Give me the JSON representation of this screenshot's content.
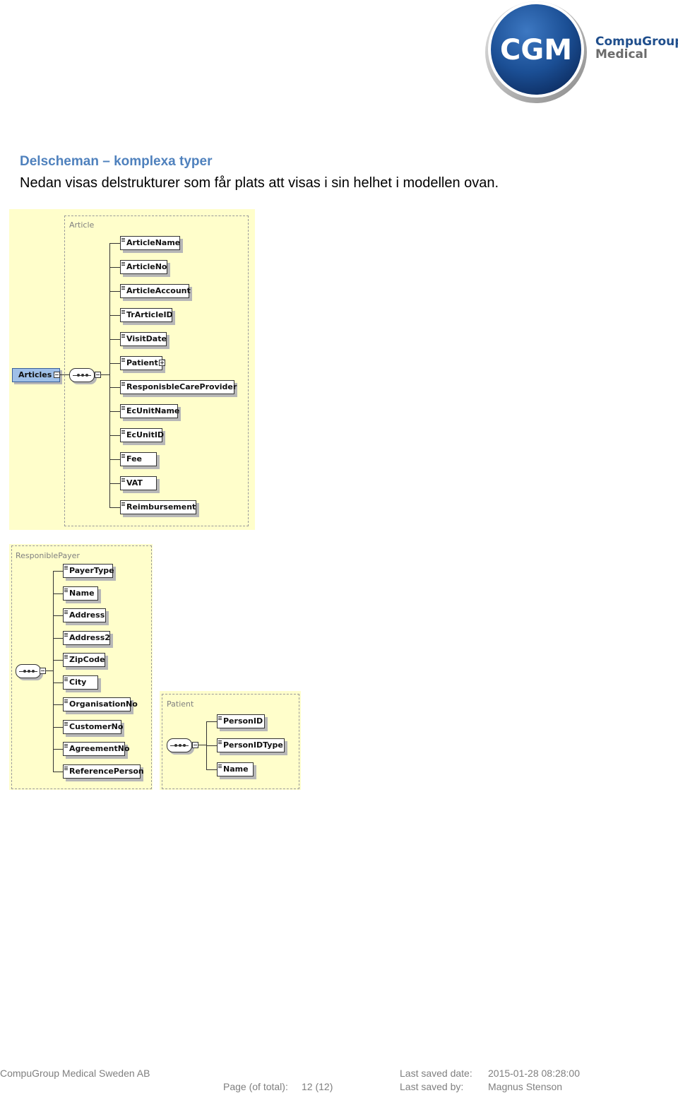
{
  "logo": {
    "mark": "CGM",
    "line1": "CompuGroup",
    "line2": "Medical",
    "colors": {
      "dark_blue": "#1f4e8c",
      "gray": "#6b6b6b"
    }
  },
  "heading": "Delscheman – komplexa typer",
  "intro": "Nedan visas delstrukturer som får plats att visas i sin helhet i modellen ovan.",
  "diagram_article": {
    "frame_label": "Article",
    "root": "Articles",
    "children": [
      "ArticleName",
      "ArticleNo",
      "ArticleAccount",
      "TrArticleID",
      "VisitDate",
      "Patient",
      "ResponisbleCareProvider",
      "EcUnitName",
      "EcUnitID",
      "Fee",
      "VAT",
      "Reimbursement"
    ]
  },
  "diagram_payer": {
    "frame_label": "ResponiblePayer",
    "children": [
      "PayerType",
      "Name",
      "Address",
      "Address2",
      "ZipCode",
      "City",
      "OrganisationNo",
      "CustomerNo",
      "AgreementNo",
      "ReferencePerson"
    ]
  },
  "diagram_patient": {
    "frame_label": "Patient",
    "children": [
      "PersonID",
      "PersonIDType",
      "Name"
    ]
  },
  "footer": {
    "company": "CompuGroup Medical Sweden AB",
    "page_label": "Page (of total):",
    "page_value": "12 (12)",
    "saved_date_label": "Last saved date:",
    "saved_date_value": "2015-01-28 08:28:00",
    "saved_by_label": "Last saved by:",
    "saved_by_value": "Magnus Stenson"
  }
}
